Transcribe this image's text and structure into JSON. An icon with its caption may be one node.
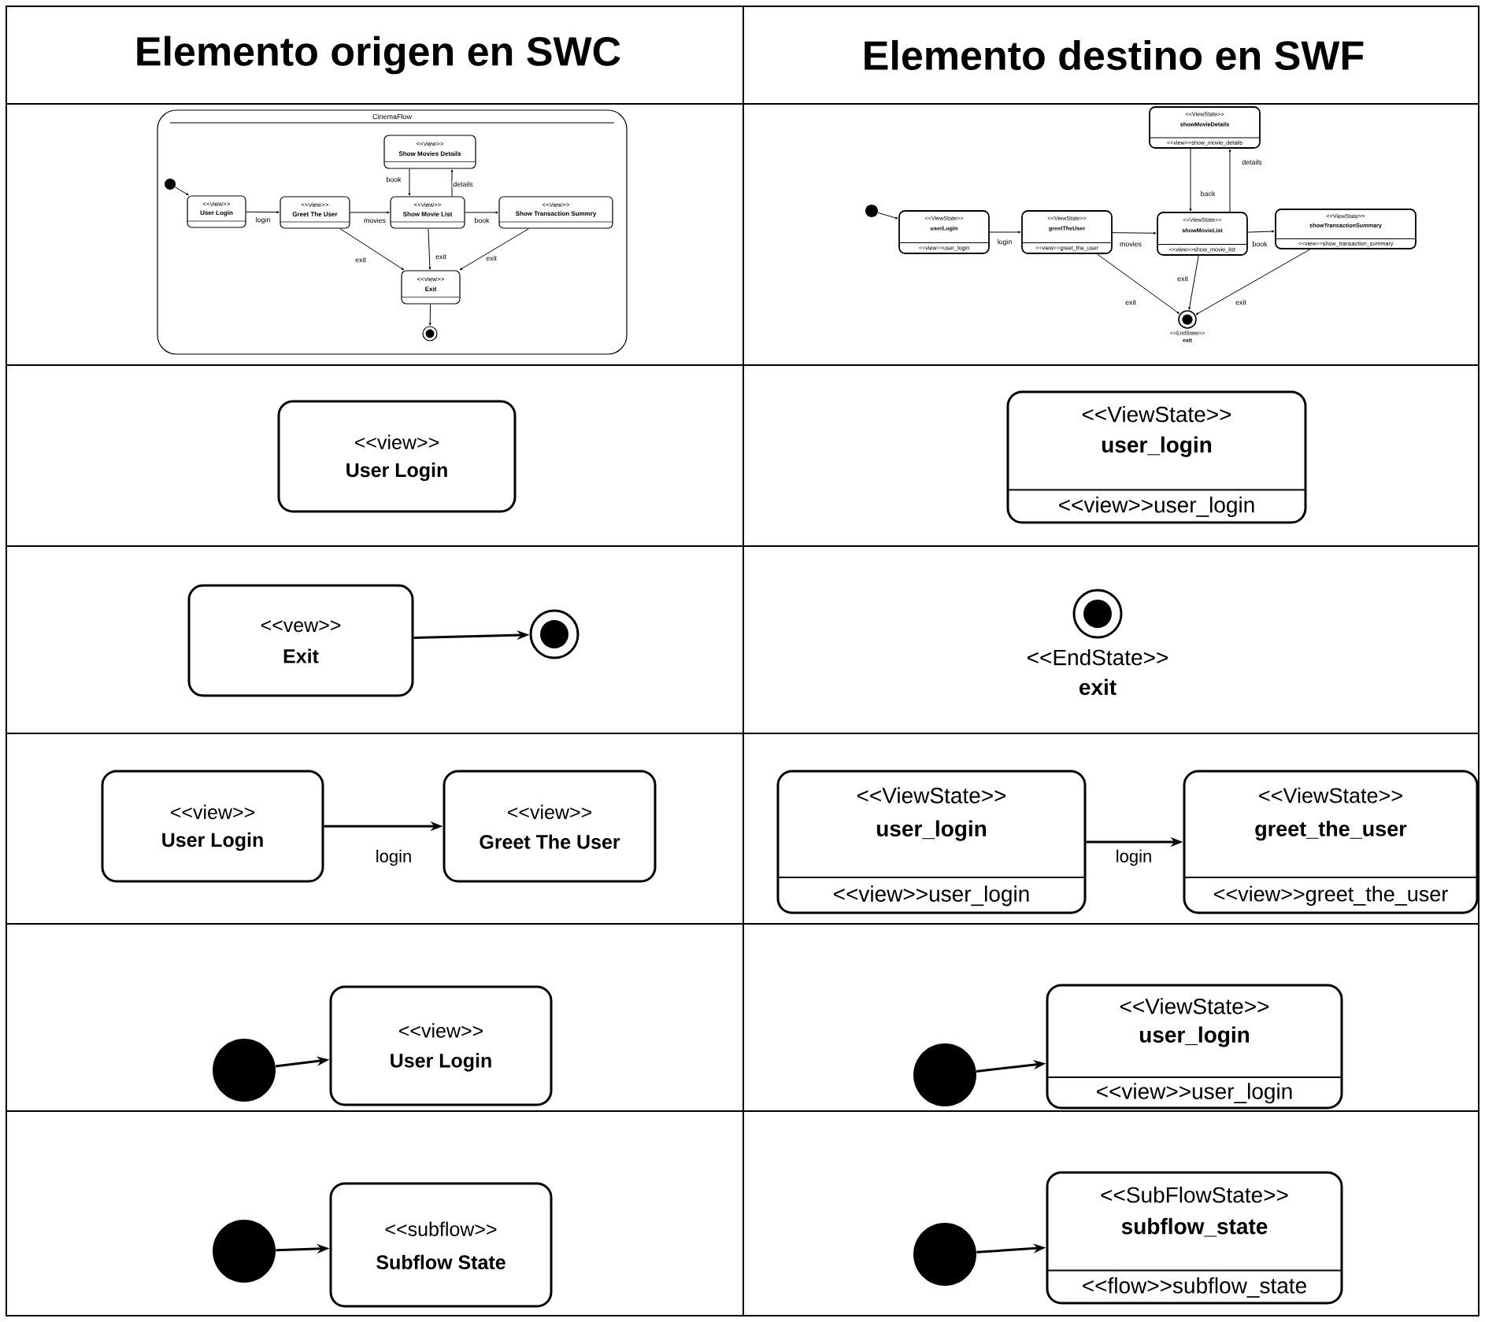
{
  "diagram": {
    "nodes": [
      {
        "text": [
          "CinemaFlow"
        ]
      },
      {
        "text": [],
        "shape": "dot",
        "in": 0
      },
      {
        "text": [
          "<<view>>",
          "User Login"
        ],
        "in": 0
      },
      {
        "text": [
          "<<view>>",
          "Greet The User"
        ],
        "in": 0
      },
      {
        "text": [
          "<<view>>",
          "Show Movies Details"
        ],
        "in": 0
      },
      {
        "text": [
          "<<view>>",
          "Show Movie List"
        ],
        "in": 0
      },
      {
        "text": [
          "<<view>>",
          "Show Transaction Summry"
        ],
        "in": 0
      },
      {
        "text": [
          "<<view>>",
          "Exit"
        ],
        "in": 0
      },
      {
        "text": [],
        "shape": "circle",
        "in": 0
      },
      {
        "text": [],
        "shape": "dot"
      },
      {
        "text": [
          "<<ViewState>>",
          "userLogin",
          "<<view>>user_login"
        ]
      },
      {
        "text": [
          "<<ViewState>>",
          "greetTheUser",
          "<<view>>greet_the_user"
        ]
      },
      {
        "text": [
          "<<ViewState>>",
          "showMovieDetails",
          "<<view>>show_movie_details"
        ]
      },
      {
        "text": [
          "<<ViewState>>",
          "showMovieList",
          "<<view>>show_movie_list"
        ]
      },
      {
        "text": [
          "<<ViewState>>",
          "showTransactionSummary",
          "<<view>>show_transaction_summary"
        ]
      },
      {
        "text": [],
        "shape": "circle",
        "beside": [
          "<<EndState>>",
          "exit"
        ]
      },
      {
        "text": [
          "<<view>>",
          "User Login"
        ]
      },
      {
        "text": [
          "<<ViewState>>",
          "user_login",
          "<<view>>user_login"
        ]
      },
      {
        "text": [
          "<<vew>>",
          "Exit"
        ]
      },
      {
        "text": [],
        "shape": "circle"
      },
      {
        "text": [],
        "shape": "circle",
        "beside": [
          "<<EndState>>",
          "exit"
        ]
      },
      {
        "text": [
          "<<view>>",
          "User Login"
        ]
      },
      {
        "text": [
          "<<view>>",
          "Greet The User"
        ]
      },
      {
        "text": [
          "<<ViewState>>",
          "user_login",
          "<<view>>user_login"
        ]
      },
      {
        "text": [
          "<<ViewState>>",
          "greet_the_user",
          "<<view>>greet_the_user"
        ]
      },
      {
        "text": [],
        "shape": "dot"
      },
      {
        "text": [
          "<<view>>",
          "User Login"
        ]
      },
      {
        "text": [],
        "shape": "dot"
      },
      {
        "text": [
          "<<ViewState>>",
          "user_login",
          "<<view>>user_login"
        ]
      },
      {
        "text": [],
        "shape": "dot"
      },
      {
        "text": [
          "<<subflow>>",
          "Subflow State"
        ]
      },
      {
        "text": [],
        "shape": "dot"
      },
      {
        "text": [
          "<<SubFlowState>>",
          "subflow_state",
          "<<flow>>subflow_state"
        ]
      }
    ],
    "edges": [
      {
        "from": 1,
        "to": 2,
        "arrow": "to"
      },
      {
        "from": 2,
        "to": 3,
        "arrow": "to",
        "label": "login"
      },
      {
        "from": 3,
        "to": 5,
        "arrow": "to",
        "label": "movies"
      },
      {
        "from": 5,
        "to": 4,
        "arrow": "to",
        "label": "details"
      },
      {
        "from": 4,
        "to": 5,
        "arrow": "to",
        "label": "book"
      },
      {
        "from": 5,
        "to": 6,
        "arrow": "to",
        "label": "book"
      },
      {
        "from": 3,
        "to": 7,
        "arrow": "to",
        "label": "exit"
      },
      {
        "from": 5,
        "to": 7,
        "arrow": "to",
        "label": "exit"
      },
      {
        "from": 6,
        "to": 7,
        "arrow": "to",
        "label": "exit"
      },
      {
        "from": 7,
        "to": 8,
        "arrow": "to"
      },
      {
        "from": 9,
        "to": 10,
        "arrow": "to"
      },
      {
        "from": 10,
        "to": 11,
        "arrow": "to",
        "label": "login"
      },
      {
        "from": 11,
        "to": 13,
        "arrow": "to",
        "label": "movies"
      },
      {
        "from": 13,
        "to": 12,
        "arrow": "to",
        "label": "details"
      },
      {
        "from": 12,
        "to": 13,
        "arrow": "to",
        "label": "back"
      },
      {
        "from": 13,
        "to": 14,
        "arrow": "to",
        "label": "book"
      },
      {
        "from": 11,
        "to": 15,
        "arrow": "to",
        "label": "exit"
      },
      {
        "from": 13,
        "to": 15,
        "arrow": "to",
        "label": "exit"
      },
      {
        "from": 14,
        "to": 15,
        "arrow": "to",
        "label": "exit"
      },
      {
        "from": 18,
        "to": 19,
        "arrow": "to"
      },
      {
        "from": 21,
        "to": 22,
        "arrow": "to",
        "label": "login"
      },
      {
        "from": 23,
        "to": 24,
        "arrow": "to",
        "label": "login"
      },
      {
        "from": 25,
        "to": 26,
        "arrow": "to"
      },
      {
        "from": 27,
        "to": 28,
        "arrow": "to"
      },
      {
        "from": 29,
        "to": 30,
        "arrow": "to"
      },
      {
        "from": 31,
        "to": 32,
        "arrow": "to"
      }
    ],
    "labels": [
      "Elemento origen en SWC",
      "Elemento destino en SWF"
    ]
  }
}
